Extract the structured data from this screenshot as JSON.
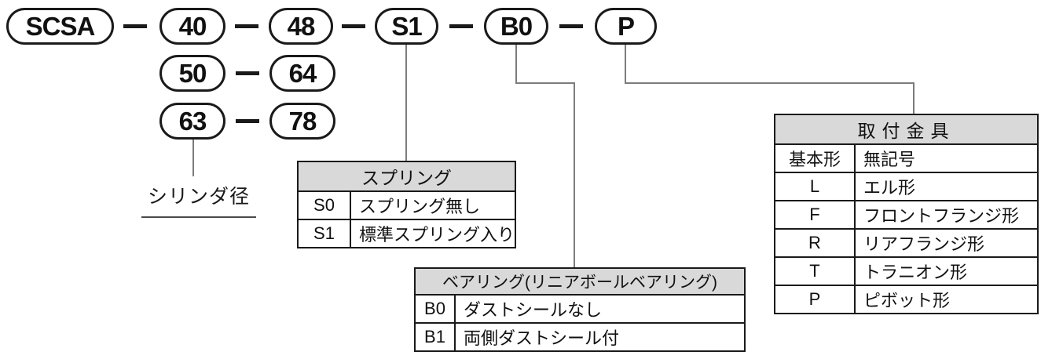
{
  "diagram": {
    "code_pills": {
      "row1": [
        "SCSA",
        "40",
        "48",
        "S1",
        "B0",
        "P"
      ],
      "row2": [
        "50",
        "64"
      ],
      "row3": [
        "63",
        "78"
      ]
    },
    "bore_label": "シリンダ径"
  },
  "tables": {
    "spring": {
      "title": "スプリング",
      "rows": [
        {
          "code": "S0",
          "description": "スプリング無し"
        },
        {
          "code": "S1",
          "description": "標準スプリング入り"
        }
      ]
    },
    "bearing": {
      "title": "ベアリング(リニアボールベアリング)",
      "rows": [
        {
          "code": "B0",
          "description": "ダストシールなし"
        },
        {
          "code": "B1",
          "description": "両側ダストシール付"
        }
      ]
    },
    "mounting": {
      "title": "取付金具",
      "rows": [
        {
          "code": "基本形",
          "description": "無記号"
        },
        {
          "code": "L",
          "description": "エル形"
        },
        {
          "code": "F",
          "description": "フロントフランジ形"
        },
        {
          "code": "R",
          "description": "リアフランジ形"
        },
        {
          "code": "T",
          "description": "トラニオン形"
        },
        {
          "code": "P",
          "description": "ピボット形"
        }
      ]
    }
  },
  "colors": {
    "table_header_bg": "#d9d9d9",
    "table_border": "#1a1a1a",
    "pill_border": "#1a1a1a",
    "connector_line": "#7c7c7c",
    "text": "#111111",
    "background": "#ffffff"
  }
}
